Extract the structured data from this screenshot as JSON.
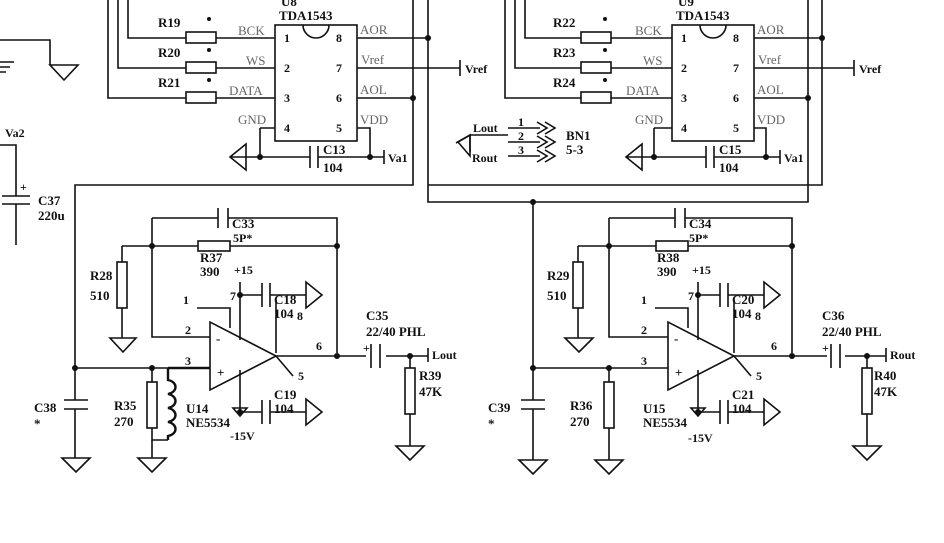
{
  "left": {
    "ic": {
      "ref": "U8",
      "part": "TDA1543"
    },
    "pins": {
      "bck": "BCK",
      "ws": "WS",
      "data": "DATA",
      "gnd": "GND",
      "aor": "AOR",
      "vref": "Vref",
      "aol": "AOL",
      "vdd": "VDD"
    },
    "pin_numbers": [
      "1",
      "2",
      "3",
      "4",
      "8",
      "7",
      "6",
      "5"
    ],
    "resistors": [
      "R19",
      "R20",
      "R21"
    ],
    "c13": {
      "ref": "C13",
      "value": "104"
    },
    "va1": "Va1",
    "vref_net": "Vref",
    "va2": "Va2",
    "c37": {
      "ref": "C37",
      "value": "220u",
      "polarity": "+"
    },
    "c33": {
      "ref": "C33",
      "value": "5P*"
    },
    "r37": {
      "ref": "R37",
      "value": "390"
    },
    "r28": {
      "ref": "R28",
      "value": "510"
    },
    "c18": {
      "ref": "C18",
      "value": "104"
    },
    "c19": {
      "ref": "C19",
      "value": "104"
    },
    "c35": {
      "ref": "C35",
      "value": "22/40 PHL"
    },
    "r39": {
      "ref": "R39",
      "value": "47K"
    },
    "c38": {
      "ref": "C38",
      "value": "*"
    },
    "r35": {
      "ref": "R35",
      "value": "270"
    },
    "opamp": {
      "ref": "U14",
      "part": "NE5534",
      "pins": [
        "1",
        "2",
        "3",
        "6",
        "7",
        "8",
        "5",
        "-",
        "+"
      ]
    },
    "pos_supply": "+15",
    "neg_supply": "-15V",
    "output_net": "Lout"
  },
  "connector": {
    "ref": "BN1",
    "part": "5-3",
    "pins": [
      "1",
      "2",
      "3"
    ],
    "nets": [
      "Lout",
      "Rout"
    ]
  },
  "right": {
    "ic": {
      "ref": "U9",
      "part": "TDA1543"
    },
    "pins": {
      "bck": "BCK",
      "ws": "WS",
      "data": "DATA",
      "gnd": "GND",
      "aor": "AOR",
      "vref": "Vref",
      "aol": "AOL",
      "vdd": "VDD"
    },
    "pin_numbers": [
      "1",
      "2",
      "3",
      "4",
      "8",
      "7",
      "6",
      "5"
    ],
    "resistors": [
      "R22",
      "R23",
      "R24"
    ],
    "c15": {
      "ref": "C15",
      "value": "104"
    },
    "va1": "Va1",
    "vref_net": "Vref",
    "c34": {
      "ref": "C34",
      "value": "5P*"
    },
    "r38": {
      "ref": "R38",
      "value": "390"
    },
    "r29": {
      "ref": "R29",
      "value": "510"
    },
    "c20": {
      "ref": "C20",
      "value": "104"
    },
    "c21": {
      "ref": "C21",
      "value": "104"
    },
    "c36": {
      "ref": "C36",
      "value": "22/40 PHL"
    },
    "r40": {
      "ref": "R40",
      "value": "47K"
    },
    "c39": {
      "ref": "C39",
      "value": "*"
    },
    "r36": {
      "ref": "R36",
      "value": "270"
    },
    "opamp": {
      "ref": "U15",
      "part": "NE5534",
      "pins": [
        "1",
        "2",
        "3",
        "6",
        "7",
        "8",
        "5",
        "-",
        "+"
      ]
    },
    "pos_supply": "+15",
    "neg_supply": "-15V",
    "output_net": "Rout"
  }
}
